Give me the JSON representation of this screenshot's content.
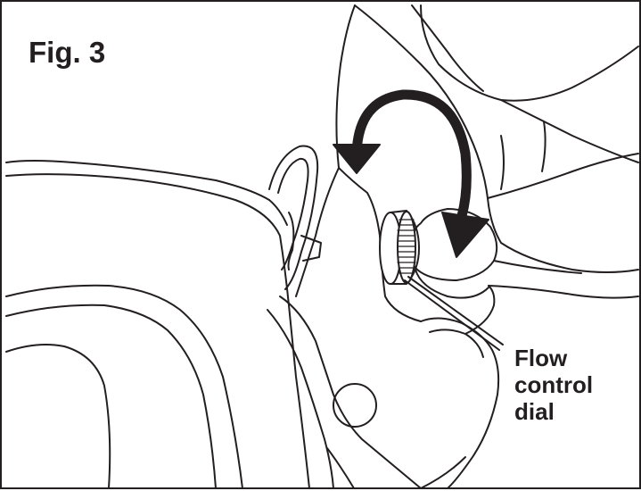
{
  "figure": {
    "title": "Fig. 3",
    "callout_lines": [
      "Flow",
      "control",
      "dial"
    ]
  },
  "icons": {
    "rotation_arrow": "curved-double-arrow-icon",
    "dial": "knurled-dial-icon"
  },
  "colors": {
    "line": "#231f20",
    "background": "#ffffff"
  }
}
